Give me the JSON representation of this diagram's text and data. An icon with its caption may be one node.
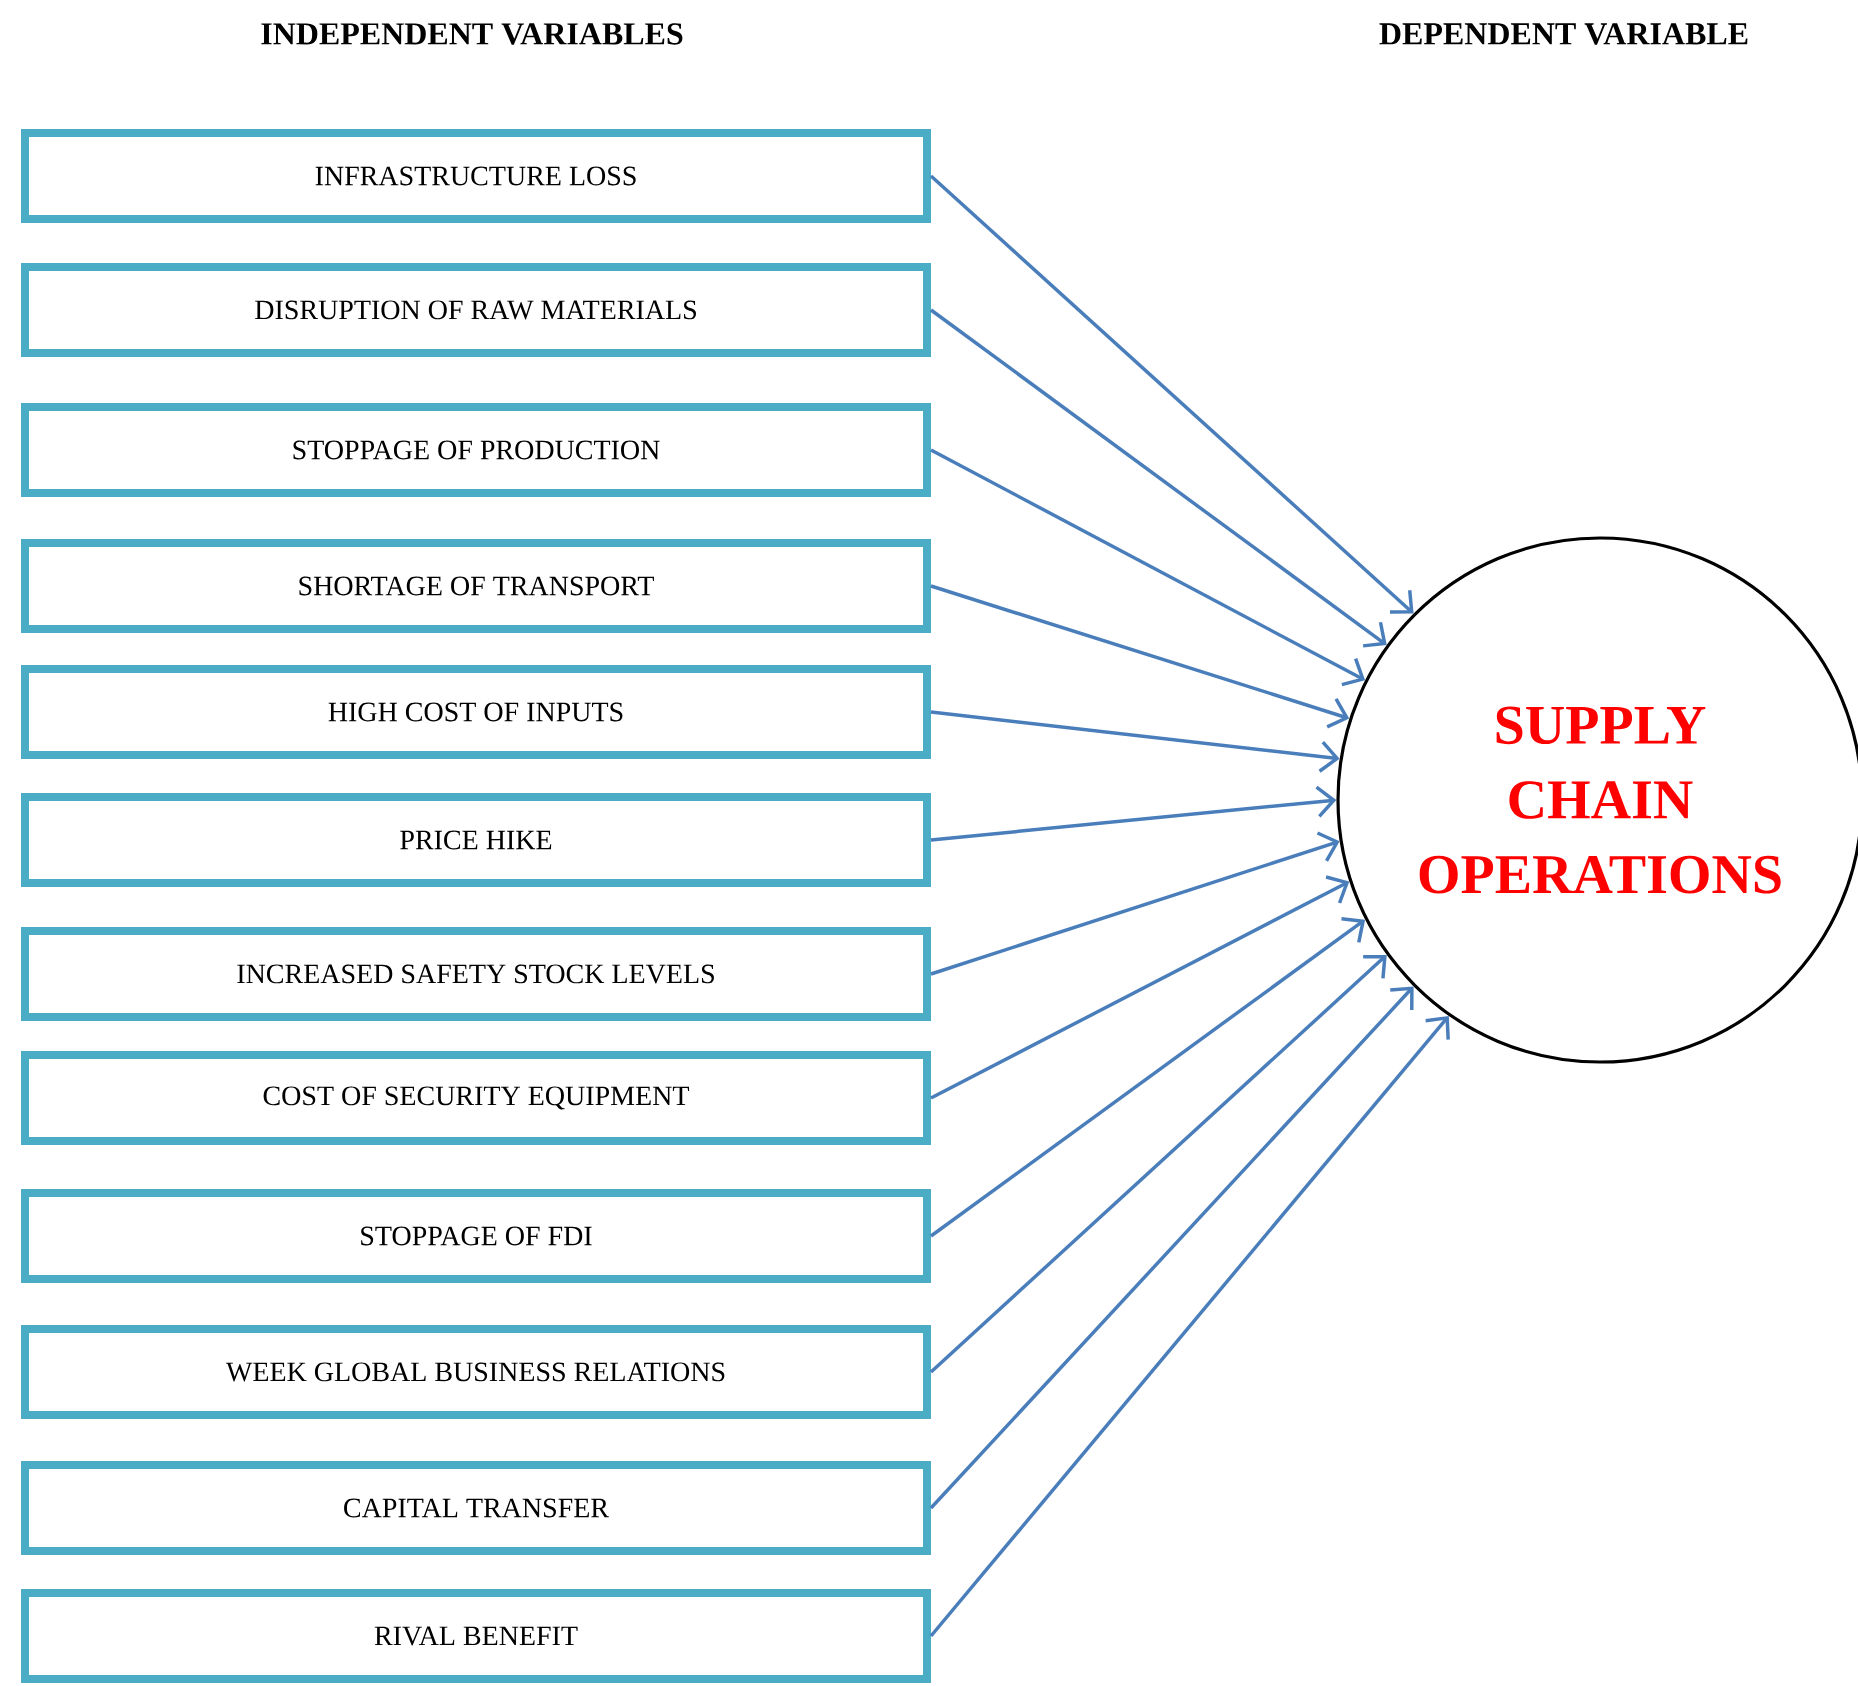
{
  "diagram": {
    "nodes": [
      {
        "text": [
          "INFRASTRUCTURE LOSS"
        ]
      },
      {
        "text": [
          "DISRUPTION OF RAW MATERIALS"
        ]
      },
      {
        "text": [
          "STOPPAGE OF PRODUCTION"
        ]
      },
      {
        "text": [
          "SHORTAGE OF TRANSPORT"
        ]
      },
      {
        "text": [
          "HIGH COST OF INPUTS"
        ]
      },
      {
        "text": [
          "PRICE HIKE"
        ]
      },
      {
        "text": [
          "INCREASED SAFETY STOCK LEVELS"
        ]
      },
      {
        "text": [
          "COST OF SECURITY EQUIPMENT"
        ]
      },
      {
        "text": [
          "STOPPAGE OF FDI"
        ]
      },
      {
        "text": [
          "WEEK GLOBAL BUSINESS RELATIONS"
        ]
      },
      {
        "text": [
          "CAPITAL TRANSFER"
        ]
      },
      {
        "text": [
          "RIVAL BENEFIT"
        ]
      },
      {
        "text": [
          "SUPPLY CHAIN OPERATIONS"
        ]
      }
    ],
    "edges": [
      {
        "from": 0,
        "to": 12,
        "arrow": "to"
      },
      {
        "from": 1,
        "to": 12,
        "arrow": "to"
      },
      {
        "from": 2,
        "to": 12,
        "arrow": "to"
      },
      {
        "from": 3,
        "to": 12,
        "arrow": "to"
      },
      {
        "from": 4,
        "to": 12,
        "arrow": "to"
      },
      {
        "from": 5,
        "to": 12,
        "arrow": "to"
      },
      {
        "from": 6,
        "to": 12,
        "arrow": "to"
      },
      {
        "from": 7,
        "to": 12,
        "arrow": "to"
      },
      {
        "from": 8,
        "to": 12,
        "arrow": "to"
      },
      {
        "from": 9,
        "to": 12,
        "arrow": "to"
      },
      {
        "from": 10,
        "to": 12,
        "arrow": "to"
      },
      {
        "from": 11,
        "to": 12,
        "arrow": "to"
      }
    ],
    "labels": [
      "INDEPENDENT VARIABLES",
      "DEPENDENT VARIABLE"
    ]
  }
}
